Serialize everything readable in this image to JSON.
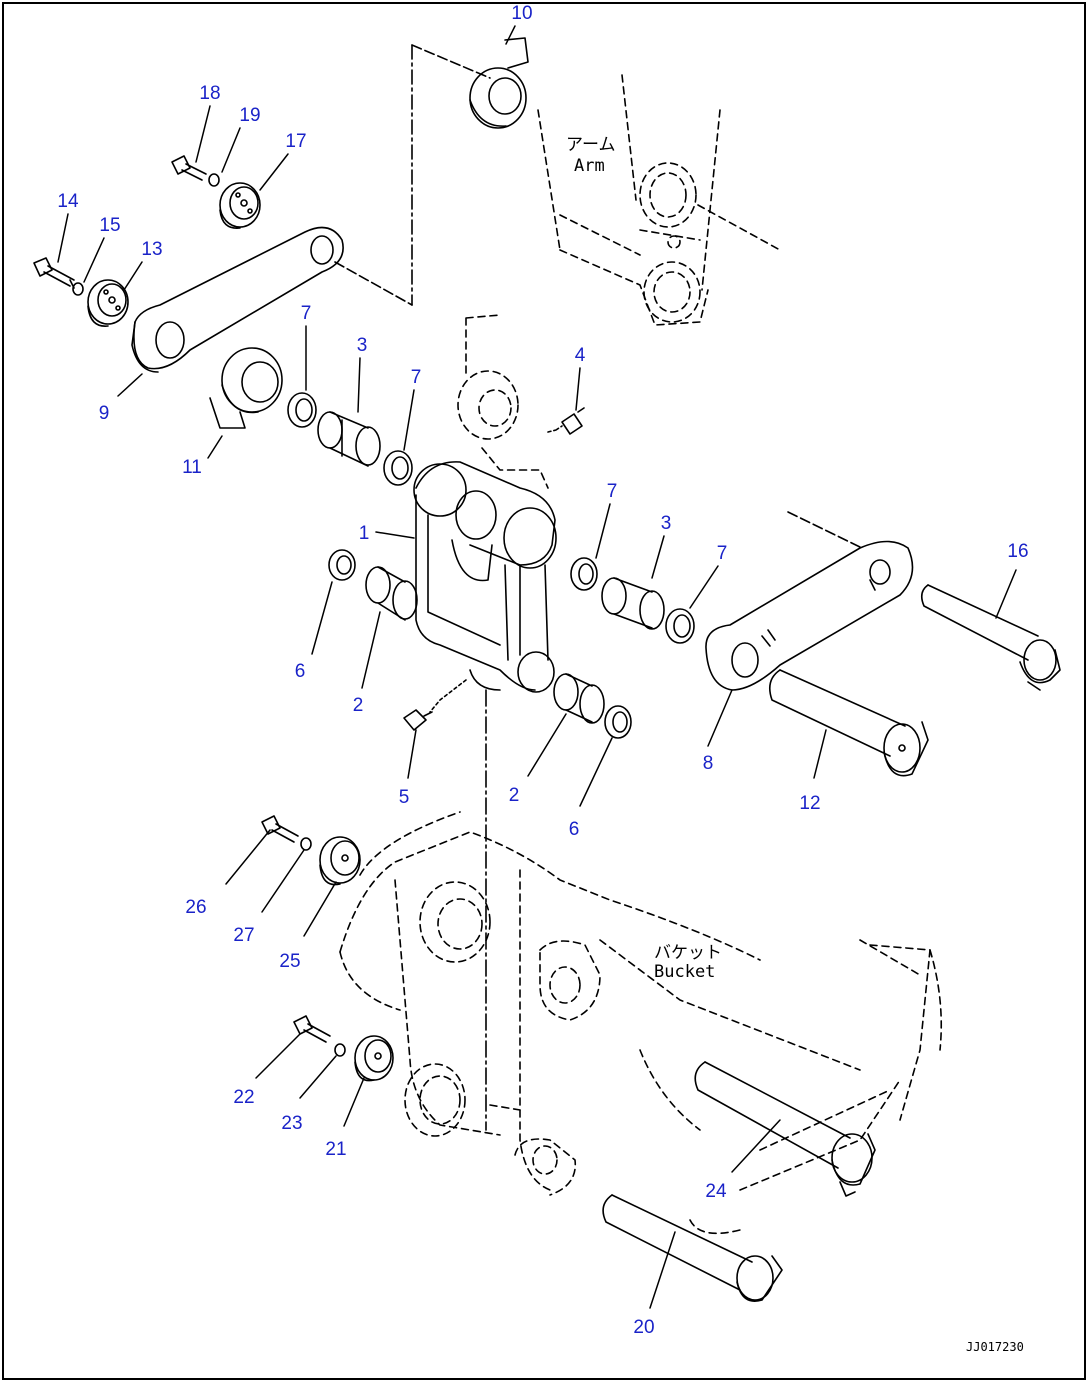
{
  "drawing_code": "JJ017230",
  "labels": {
    "arm_jp": "アーム",
    "arm_en": "Arm",
    "bucket_jp": "バケット",
    "bucket_en": "Bucket"
  },
  "callouts": [
    {
      "id": "c10",
      "text": "10"
    },
    {
      "id": "c18",
      "text": "18"
    },
    {
      "id": "c19",
      "text": "19"
    },
    {
      "id": "c17",
      "text": "17"
    },
    {
      "id": "c14",
      "text": "14"
    },
    {
      "id": "c15",
      "text": "15"
    },
    {
      "id": "c13",
      "text": "13"
    },
    {
      "id": "c7a",
      "text": "7"
    },
    {
      "id": "c3a",
      "text": "3"
    },
    {
      "id": "c7b",
      "text": "7"
    },
    {
      "id": "c4",
      "text": "4"
    },
    {
      "id": "c9",
      "text": "9"
    },
    {
      "id": "c11",
      "text": "11"
    },
    {
      "id": "c1",
      "text": "1"
    },
    {
      "id": "c7c",
      "text": "7"
    },
    {
      "id": "c3b",
      "text": "3"
    },
    {
      "id": "c7d",
      "text": "7"
    },
    {
      "id": "c16",
      "text": "16"
    },
    {
      "id": "c6a",
      "text": "6"
    },
    {
      "id": "c2a",
      "text": "2"
    },
    {
      "id": "c5",
      "text": "5"
    },
    {
      "id": "c2b",
      "text": "2"
    },
    {
      "id": "c6b",
      "text": "6"
    },
    {
      "id": "c8",
      "text": "8"
    },
    {
      "id": "c12",
      "text": "12"
    },
    {
      "id": "c26",
      "text": "26"
    },
    {
      "id": "c27",
      "text": "27"
    },
    {
      "id": "c25",
      "text": "25"
    },
    {
      "id": "c22",
      "text": "22"
    },
    {
      "id": "c23",
      "text": "23"
    },
    {
      "id": "c21",
      "text": "21"
    },
    {
      "id": "c24",
      "text": "24"
    },
    {
      "id": "c20",
      "text": "20"
    }
  ]
}
